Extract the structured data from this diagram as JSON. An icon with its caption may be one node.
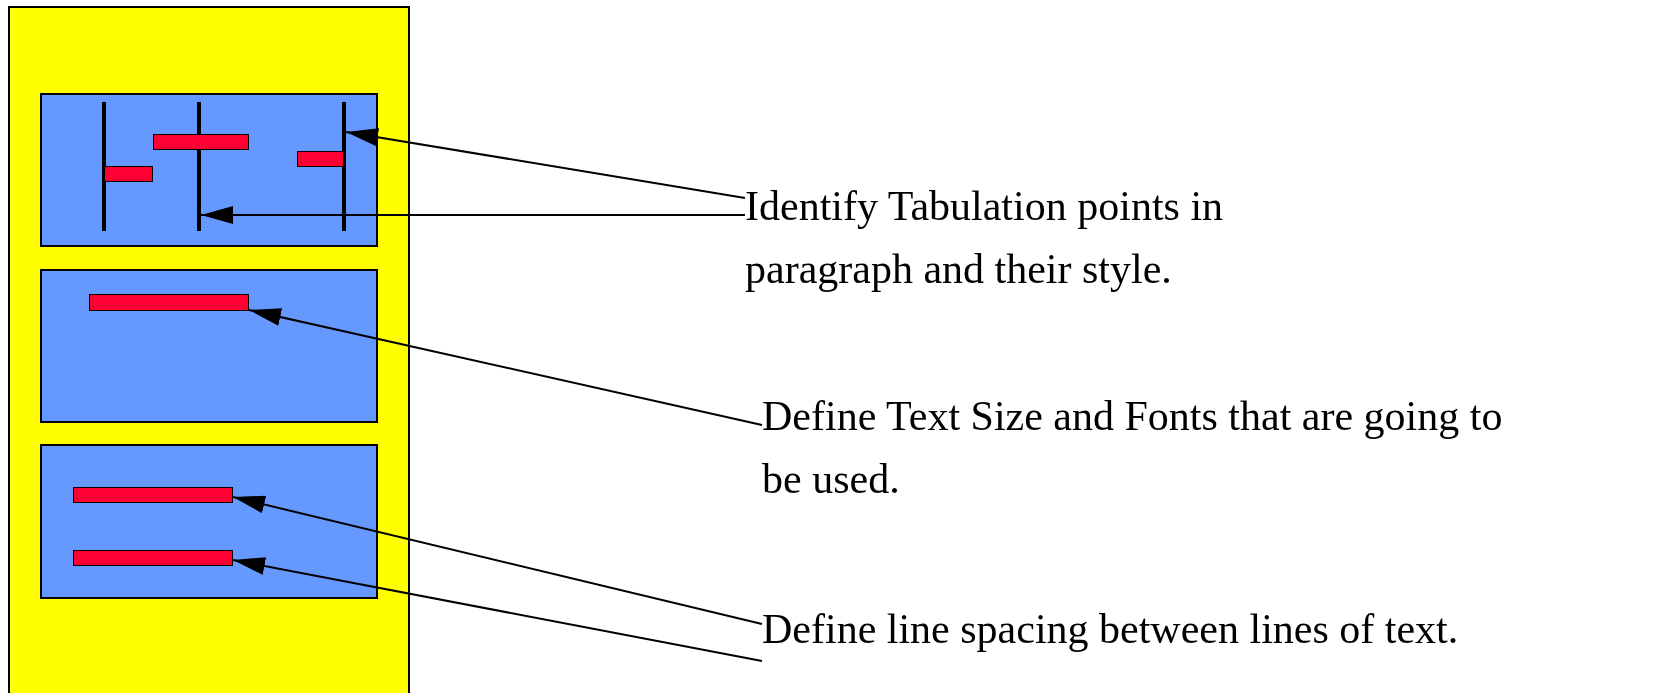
{
  "diagram": {
    "nodes": [
      {
        "text": [],
        "shape": "box"
      },
      {
        "text": [],
        "shape": "box",
        "in": 0
      },
      {
        "text": [],
        "shape": "bar",
        "in": 1
      },
      {
        "text": [],
        "shape": "bar",
        "in": 1
      },
      {
        "text": [],
        "shape": "bar",
        "in": 1
      },
      {
        "text": [],
        "shape": "bar",
        "in": 1
      },
      {
        "text": [],
        "shape": "bar",
        "in": 1
      },
      {
        "text": [],
        "shape": "bar",
        "in": 1
      },
      {
        "text": [],
        "shape": "box",
        "in": 0
      },
      {
        "text": [],
        "shape": "bar",
        "in": 8
      },
      {
        "text": [],
        "shape": "box",
        "in": 0
      },
      {
        "text": [],
        "shape": "bar",
        "in": 10
      },
      {
        "text": [],
        "shape": "bar",
        "in": 10
      },
      {
        "text": [
          "Identify Tabulation points in paragraph and their style."
        ]
      },
      {
        "text": [
          "Define Text Size and Fonts that are going to be used."
        ]
      },
      {
        "text": [
          "Define line spacing between lines of text."
        ]
      }
    ],
    "edges": [
      {
        "from": 13,
        "to": 4,
        "arrow": "to"
      },
      {
        "from": 13,
        "to": 3,
        "arrow": "to"
      },
      {
        "from": 14,
        "to": 9,
        "arrow": "to"
      },
      {
        "from": 15,
        "to": 11,
        "arrow": "to"
      },
      {
        "from": 15,
        "to": 12,
        "arrow": "to"
      }
    ]
  }
}
